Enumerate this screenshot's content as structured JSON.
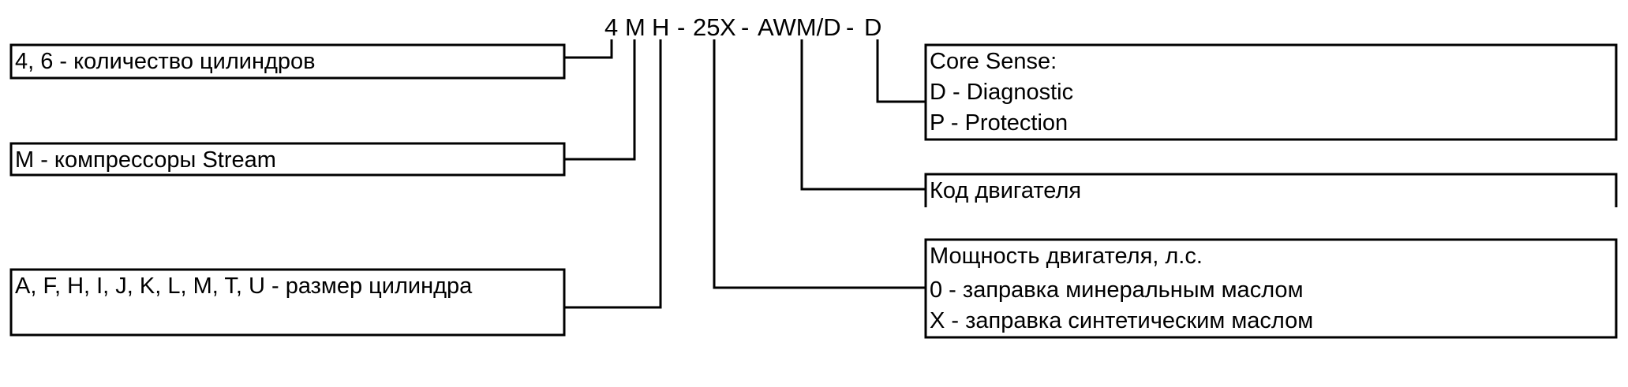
{
  "code": {
    "c4": "4",
    "cM": "M",
    "cH": "H",
    "d1": "-",
    "c25": "25",
    "cX": "X",
    "d2": "-",
    "cAWM": "AWM/D",
    "d3": "-",
    "cD": "D"
  },
  "left_boxes": {
    "cylinders": "4, 6 - количество цилиндров",
    "stream": "M - компрессоры Stream",
    "size": "A, F, H, I, J, K, L, M, T, U - размер цилиндра"
  },
  "right_boxes": {
    "coresense": [
      "Core Sense:",
      "D - Diagnostic",
      "P - Protection"
    ],
    "motor_code": "Код двигателя",
    "power": [
      "Мощность двигателя, л.с.",
      "0 - заправка минеральным маслом",
      "X - заправка синтетическим маслом"
    ]
  }
}
